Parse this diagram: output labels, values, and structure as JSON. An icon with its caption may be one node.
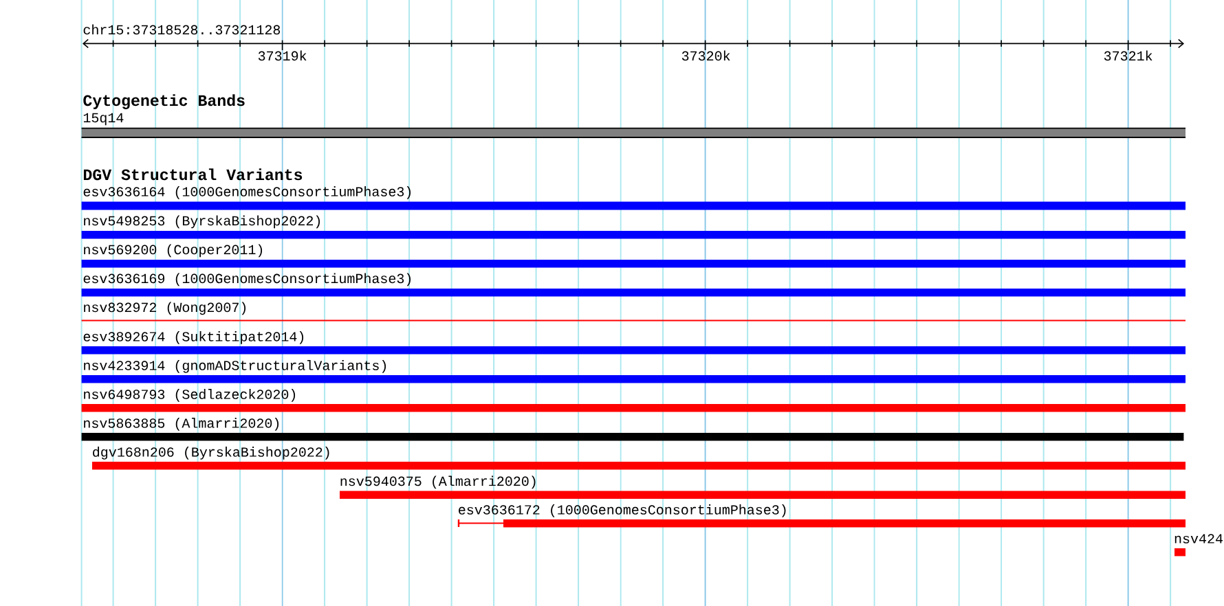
{
  "diagram": {
    "nodes": [
      {
        "text": [
          "15q14"
        ]
      },
      {
        "text": [
          "esv3636164 (1000GenomesConsortiumPhase3)"
        ]
      },
      {
        "text": [
          "nsv5498253 (ByrskaBishop2022)"
        ]
      },
      {
        "text": [
          "nsv569200 (Cooper2011)"
        ]
      },
      {
        "text": [
          "esv3636169 (1000GenomesConsortiumPhase3)"
        ]
      },
      {
        "text": [
          "nsv832972 (Wong2007)"
        ]
      },
      {
        "text": [
          "esv3892674 (Suktitipat2014)"
        ]
      },
      {
        "text": [
          "nsv4233914 (gnomADStructuralVariants)"
        ]
      },
      {
        "text": [
          "nsv6498793 (Sedlazeck2020)"
        ]
      },
      {
        "text": [
          "nsv5863885 (Almarri2020)"
        ]
      },
      {
        "text": [
          "dgv168n206 (ByrskaBishop2022)"
        ]
      },
      {
        "text": [
          "nsv5940375 (Almarri2020)"
        ]
      },
      {
        "text": [
          "esv3636172 (1000GenomesConsortiumPhase3)"
        ]
      },
      {
        "text": [
          "nsv424"
        ]
      }
    ],
    "labels": [
      "chr15:37318528..37321128",
      "37319k",
      "37320k",
      "37321k",
      "Cytogenetic Bands",
      "DGV Structural Variants"
    ]
  }
}
